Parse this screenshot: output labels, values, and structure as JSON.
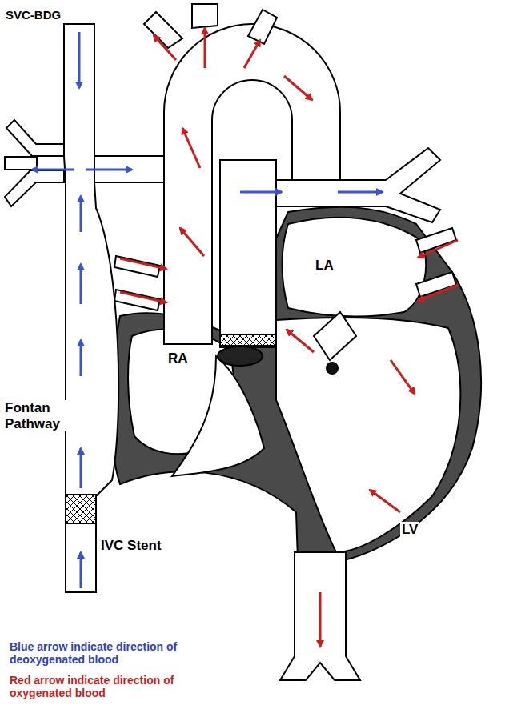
{
  "diagram": {
    "labels": [
      "SVC-BDG",
      "LA",
      "RA",
      "Fontan Pathway",
      "LV",
      "IVC Stent",
      "Blue arrow indicate direction of deoxygenated blood",
      "Red arrow indicate direction of oxygenated blood"
    ]
  }
}
